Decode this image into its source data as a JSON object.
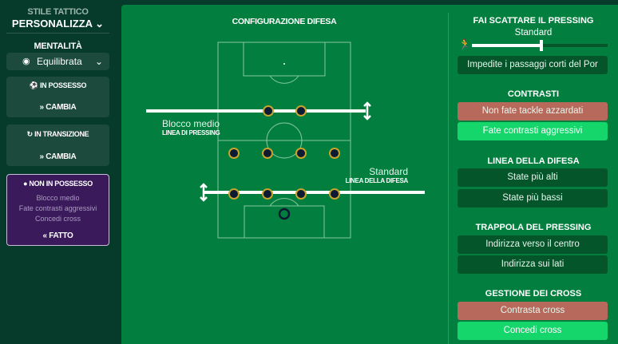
{
  "sidebar": {
    "style_label": "STILE TATTICO",
    "style_value": "PERSONALIZZA",
    "mentality_label": "MENTALITÀ",
    "mentality_value": "Equilibrata",
    "in_possession": {
      "title": "IN POSSESSO",
      "action": "CAMBIA"
    },
    "in_transition": {
      "title": "IN TRANSIZIONE",
      "action": "CAMBIA"
    },
    "out_of_possession": {
      "title": "NON IN POSSESSO",
      "items": [
        "Blocco medio",
        "Fate contrasti aggressivi",
        "Concedi cross"
      ],
      "action": "FATTO"
    }
  },
  "pitch": {
    "title": "CONFIGURAZIONE DIFESA",
    "pressing_value": "Blocco medio",
    "pressing_label": "LINEA DI PRESSING",
    "defense_value": "Standard",
    "defense_label": "LINEA DELLA DIFESA"
  },
  "right": {
    "trigger": {
      "title": "FAI SCATTARE IL PRESSING",
      "value": "Standard",
      "level": 0.5,
      "button": "Impedite i passaggi corti del Por"
    },
    "tackling": {
      "title": "CONTRASTI",
      "options": [
        "Non fate tackle azzardati",
        "Fate contrasti aggressivi"
      ]
    },
    "defline": {
      "title": "LINEA DELLA DIFESA",
      "options": [
        "State più alti",
        "State più bassi"
      ]
    },
    "trap": {
      "title": "TRAPPOLA DEL PRESSING",
      "options": [
        "Indirizza verso il centro",
        "Indirizza sui lati"
      ]
    },
    "cross": {
      "title": "GESTIONE DEI CROSS",
      "options": [
        "Contrasta cross",
        "Concedi cross"
      ]
    }
  },
  "colors": {
    "red": "#b76a5c",
    "green": "#14d66a",
    "dark": "#04552a",
    "purple": "#3a1a5a"
  }
}
